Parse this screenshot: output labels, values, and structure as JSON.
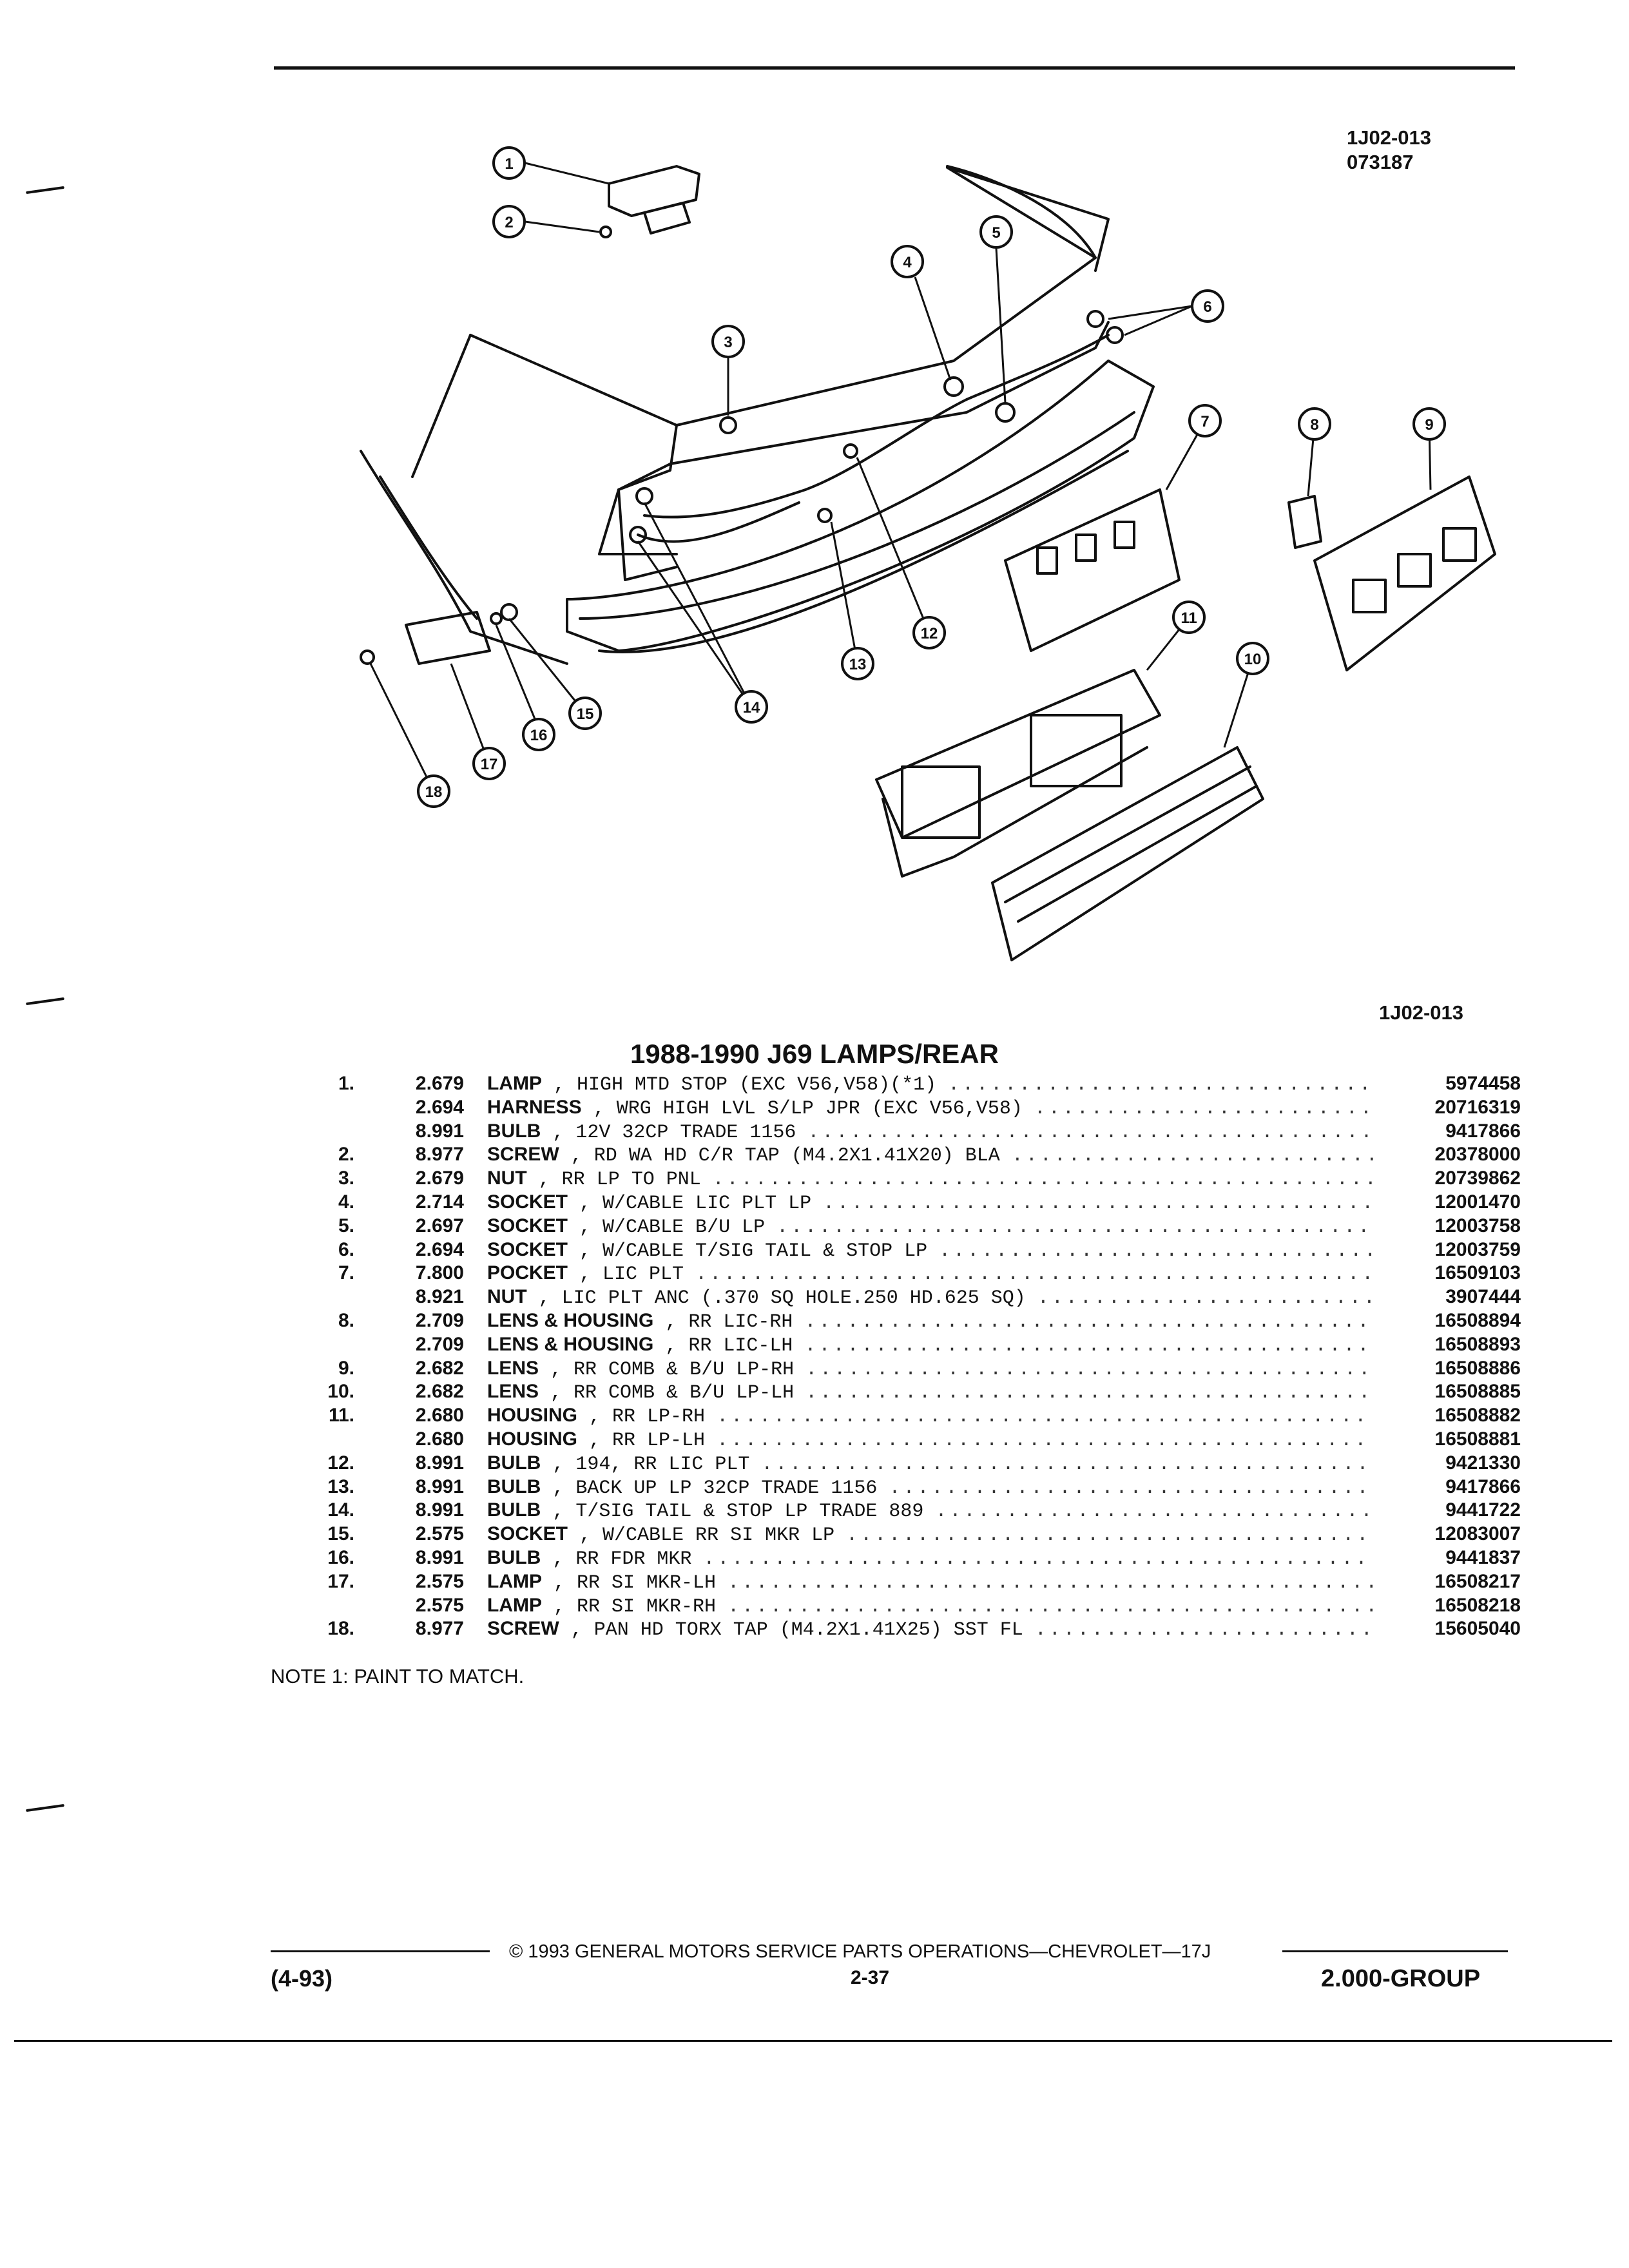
{
  "header": {
    "code_top": "1J02-013",
    "code_date": "073187"
  },
  "figure": {
    "label": "1J02-013",
    "callouts": [
      "1",
      "2",
      "3",
      "4",
      "5",
      "6",
      "7",
      "8",
      "9",
      "10",
      "11",
      "12",
      "13",
      "14",
      "15",
      "16",
      "17",
      "18"
    ]
  },
  "title": "1988-1990 J69 LAMPS/REAR",
  "parts": [
    {
      "num": "1.",
      "qty": "2.679",
      "name": "LAMP",
      "desc": ", HIGH MTD STOP (EXC V56,V58)(*1)",
      "pn": "5974458"
    },
    {
      "num": "",
      "qty": "2.694",
      "name": "HARNESS",
      "desc": ", WRG HIGH LVL S/LP JPR (EXC V56,V58)",
      "pn": "20716319"
    },
    {
      "num": "",
      "qty": "8.991",
      "name": "BULB",
      "desc": ", 12V 32CP TRADE 1156",
      "pn": "9417866"
    },
    {
      "num": "2.",
      "qty": "8.977",
      "name": "SCREW",
      "desc": ", RD WA HD C/R TAP (M4.2X1.41X20) BLA",
      "pn": "20378000"
    },
    {
      "num": "3.",
      "qty": "2.679",
      "name": "NUT",
      "desc": ", RR LP TO PNL",
      "pn": "20739862"
    },
    {
      "num": "4.",
      "qty": "2.714",
      "name": "SOCKET",
      "desc": ", W/CABLE LIC PLT LP",
      "pn": "12001470"
    },
    {
      "num": "5.",
      "qty": "2.697",
      "name": "SOCKET",
      "desc": ", W/CABLE B/U LP",
      "pn": "12003758"
    },
    {
      "num": "6.",
      "qty": "2.694",
      "name": "SOCKET",
      "desc": ", W/CABLE T/SIG TAIL & STOP LP",
      "pn": "12003759"
    },
    {
      "num": "7.",
      "qty": "7.800",
      "name": "POCKET",
      "desc": ", LIC PLT",
      "pn": "16509103"
    },
    {
      "num": "",
      "qty": "8.921",
      "name": "NUT",
      "desc": ", LIC PLT ANC (.370 SQ HOLE.250 HD.625 SQ)",
      "pn": "3907444"
    },
    {
      "num": "8.",
      "qty": "2.709",
      "name": "LENS & HOUSING",
      "desc": ", RR LIC-RH",
      "pn": "16508894"
    },
    {
      "num": "",
      "qty": "2.709",
      "name": "LENS & HOUSING",
      "desc": ", RR LIC-LH",
      "pn": "16508893"
    },
    {
      "num": "9.",
      "qty": "2.682",
      "name": "LENS",
      "desc": ", RR COMB & B/U LP-RH",
      "pn": "16508886"
    },
    {
      "num": "10.",
      "qty": "2.682",
      "name": "LENS",
      "desc": ", RR COMB & B/U LP-LH",
      "pn": "16508885"
    },
    {
      "num": "11.",
      "qty": "2.680",
      "name": "HOUSING",
      "desc": ", RR LP-RH",
      "pn": "16508882"
    },
    {
      "num": "",
      "qty": "2.680",
      "name": "HOUSING",
      "desc": ", RR LP-LH",
      "pn": "16508881"
    },
    {
      "num": "12.",
      "qty": "8.991",
      "name": "BULB",
      "desc": ", 194, RR LIC PLT",
      "pn": "9421330"
    },
    {
      "num": "13.",
      "qty": "8.991",
      "name": "BULB",
      "desc": ", BACK UP LP 32CP TRADE 1156",
      "pn": "9417866"
    },
    {
      "num": "14.",
      "qty": "8.991",
      "name": "BULB",
      "desc": ", T/SIG TAIL & STOP LP TRADE 889",
      "pn": "9441722"
    },
    {
      "num": "15.",
      "qty": "2.575",
      "name": "SOCKET",
      "desc": ", W/CABLE RR SI MKR LP",
      "pn": "12083007"
    },
    {
      "num": "16.",
      "qty": "8.991",
      "name": "BULB",
      "desc": ", RR FDR MKR",
      "pn": "9441837"
    },
    {
      "num": "17.",
      "qty": "2.575",
      "name": "LAMP",
      "desc": ", RR SI MKR-LH",
      "pn": "16508217"
    },
    {
      "num": "",
      "qty": "2.575",
      "name": "LAMP",
      "desc": ", RR SI MKR-RH",
      "pn": "16508218"
    },
    {
      "num": "18.",
      "qty": "8.977",
      "name": "SCREW",
      "desc": ", PAN HD TORX TAP (M4.2X1.41X25) SST FL",
      "pn": "15605040"
    }
  ],
  "note": "NOTE  1:  PAINT TO MATCH.",
  "footer": {
    "copyright": "© 1993  GENERAL MOTORS SERVICE PARTS OPERATIONS—CHEVROLET—17J",
    "left": "(4-93)",
    "page": "2-37",
    "right": "2.000-GROUP"
  }
}
